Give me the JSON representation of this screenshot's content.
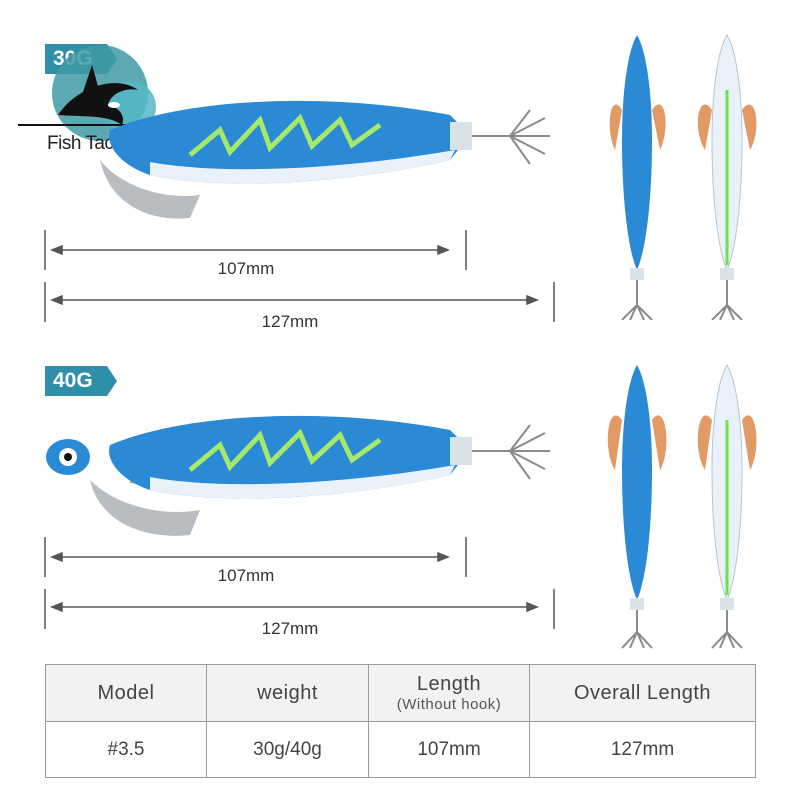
{
  "brand": {
    "logo_text": "Fish Tackle"
  },
  "variants": [
    {
      "tag": "30G",
      "length_label": "107mm",
      "overall_label": "127mm"
    },
    {
      "tag": "40G",
      "length_label": "107mm",
      "overall_label": "127mm"
    }
  ],
  "colors": {
    "tag_bg": "#2f8fa9",
    "body_blue": "#2a8ad6",
    "stripe_green": "#a6e86a",
    "hook_grey": "#8a8a8a",
    "feather_orange": "#d9813e"
  },
  "table": {
    "headers": {
      "model": "Model",
      "weight": "weight",
      "length": "Length",
      "length_sub": "(Without hook)",
      "overall": "Overall Length"
    },
    "row": {
      "model": "#3.5",
      "weight": "30g/40g",
      "length": "107mm",
      "overall": "127mm"
    }
  }
}
